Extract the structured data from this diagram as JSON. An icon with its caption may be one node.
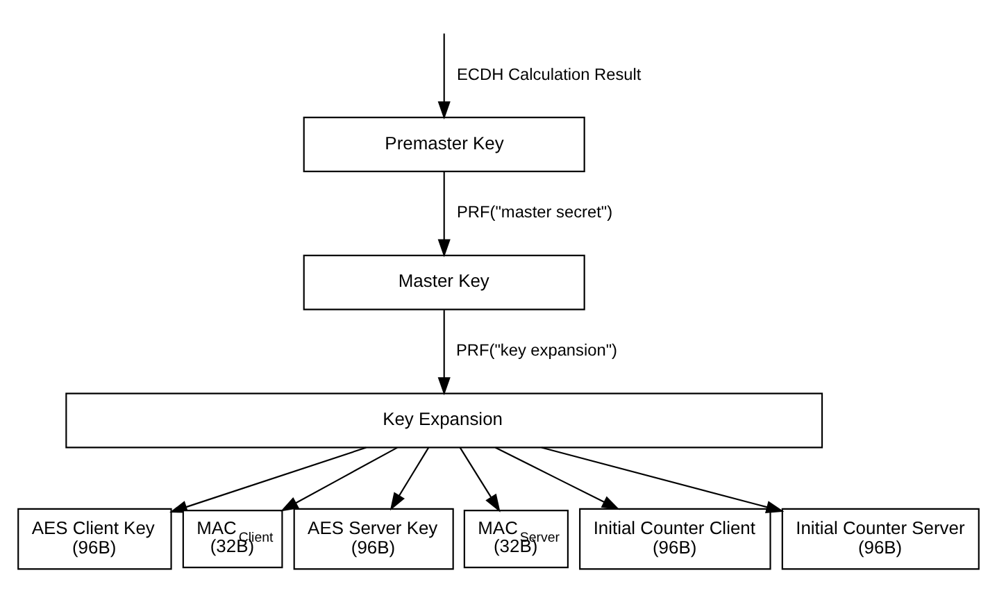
{
  "diagram": {
    "nodes": [
      {
        "text": [
          "Premaster Key"
        ]
      },
      {
        "text": [
          "Master Key"
        ]
      },
      {
        "text": [
          "Key Expansion"
        ]
      },
      {
        "text": [
          "AES Client Key (96B)"
        ]
      },
      {
        "text": [
          "MAC$_{Client}$ (32B)"
        ]
      },
      {
        "text": [
          "AES Server Key (96B)"
        ]
      },
      {
        "text": [
          "MAC$_{Server}$ (32B)"
        ]
      },
      {
        "text": [
          "Initial Counter Client (96B)"
        ]
      },
      {
        "text": [
          "Initial Counter Server (96B)"
        ]
      }
    ],
    "edges": [
      {
        "from": null,
        "to": 0,
        "arrow": "to",
        "label": "ECDH Calculation Result"
      },
      {
        "from": 0,
        "to": 1,
        "arrow": "to",
        "label": "PRF(\"master secret\")"
      },
      {
        "from": 1,
        "to": 2,
        "arrow": "to",
        "label": "PRF(\"key expansion\")"
      },
      {
        "from": 2,
        "to": 3,
        "arrow": "to"
      },
      {
        "from": 2,
        "to": 4,
        "arrow": "to"
      },
      {
        "from": 2,
        "to": 5,
        "arrow": "to"
      },
      {
        "from": 2,
        "to": 6,
        "arrow": "to"
      },
      {
        "from": 2,
        "to": 7,
        "arrow": "to"
      },
      {
        "from": 2,
        "to": 8,
        "arrow": "to"
      }
    ]
  }
}
